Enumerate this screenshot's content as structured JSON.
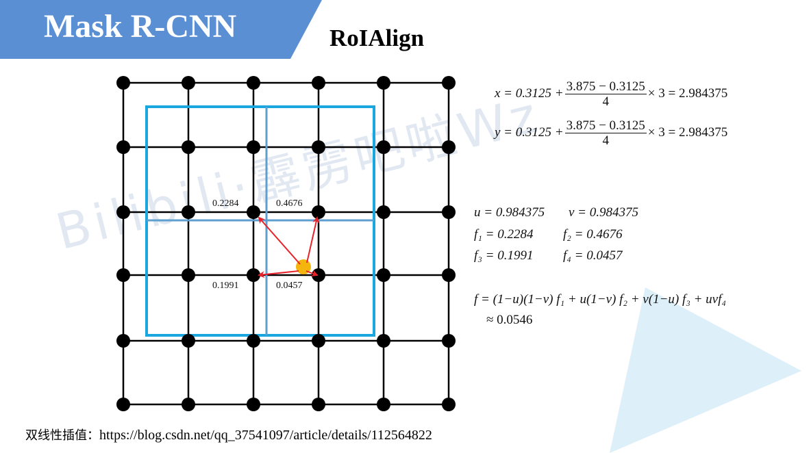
{
  "header": {
    "title": "Mask R-CNN",
    "subtitle": "RoIAlign"
  },
  "diagram": {
    "values": [
      "0.2284",
      "0.4676",
      "0.1991",
      "0.0457"
    ],
    "colors": {
      "grid": "#000000",
      "roi": "#1aa7df",
      "bin_divider": "#5f9fd0",
      "arrow": "#e8222a",
      "sample": "#f5b50f"
    }
  },
  "equations": {
    "x_lhs": "x = 0.3125 +",
    "x_num": "3.875 − 0.3125",
    "x_den": "4",
    "x_rhs": "× 3 = 2.984375",
    "y_lhs": "y = 0.3125 +",
    "y_num": "3.875 − 0.3125",
    "y_den": "4",
    "y_rhs": "× 3 = 2.984375",
    "u": "u = 0.984375",
    "v": "v = 0.984375",
    "f1": "f₁ = 0.2284",
    "f2": "f₂ = 0.4676",
    "f3": "f₃ = 0.1991",
    "f4": "f₄ = 0.0457",
    "formula": "f = (1−u)(1−v) f₁ + u(1−v) f₂ + v(1−u) f₃ + uvf₄",
    "approx": "≈ 0.0546"
  },
  "watermark": "Bilibili·霹雳吧啦Wz",
  "footer": {
    "label": "双线性插值：",
    "url": "https://blog.csdn.net/qq_37541097/article/details/112564822"
  }
}
